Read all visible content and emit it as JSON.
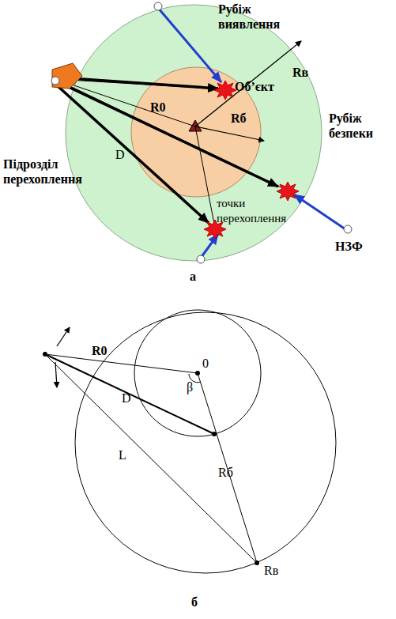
{
  "diagram": {
    "labels": [
      "Рубіж виявлення",
      "Об’єкт",
      "Rв",
      "R0",
      "Rб",
      "D",
      "Рубіж безпеки",
      "Підрозділ перехоплення",
      "точки перехоплення",
      "НЗФ",
      "а",
      "R0",
      "0",
      "β",
      "D",
      "L",
      "Rб",
      "Rв",
      "б"
    ]
  }
}
